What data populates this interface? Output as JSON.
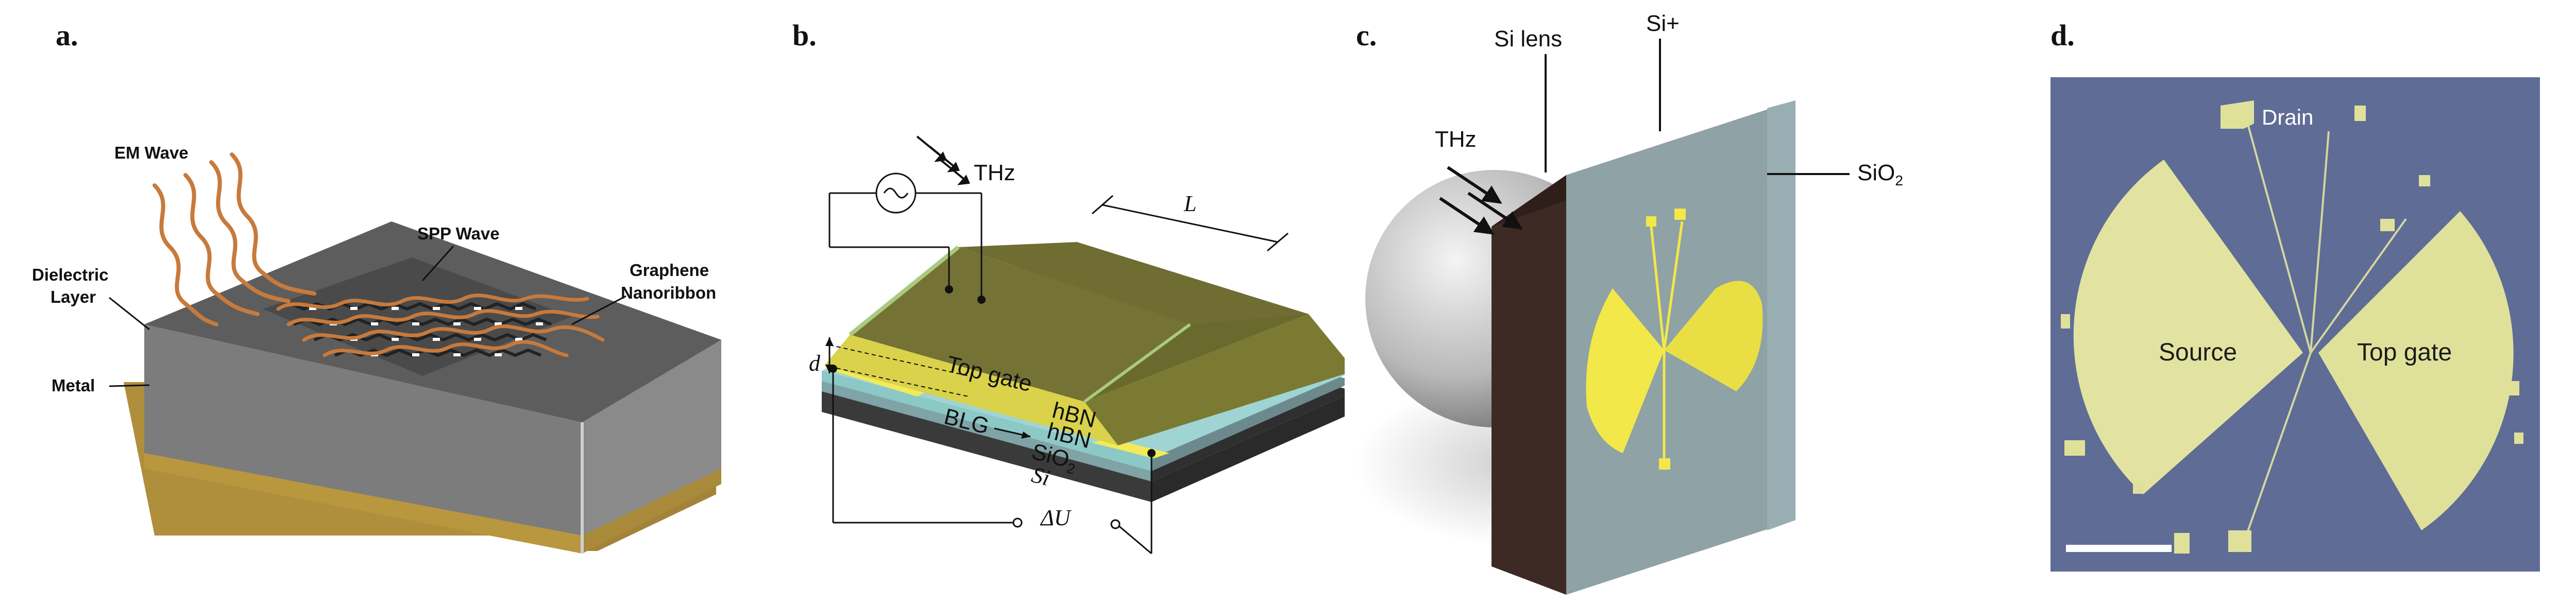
{
  "panels": {
    "a": {
      "label": "a.",
      "em_wave": "EM Wave",
      "spp_wave": "SPP Wave",
      "dielectric_1": "Dielectric",
      "dielectric_2": "Layer",
      "graphene_1": "Graphene",
      "graphene_2": "Nanoribbon",
      "metal": "Metal"
    },
    "b": {
      "label": "b.",
      "thz": "THz",
      "length": "L",
      "gap": "d",
      "top_gate": "Top gate",
      "hbn_top": "hBN",
      "hbn_bottom": "hBN",
      "blg": "BLG",
      "sio2": "SiO",
      "sio2_sub": "2",
      "si": "Si",
      "delta_u": "ΔU"
    },
    "c": {
      "label": "c.",
      "si_lens": "Si lens",
      "si_plus": "Si+",
      "thz": "THz",
      "sio2": "SiO",
      "sio2_sub": "2"
    },
    "d": {
      "label": "d.",
      "drain": "Drain",
      "source": "Source",
      "top_gate": "Top gate"
    }
  },
  "colors": {
    "wave": "#c77a3c",
    "gold_layer": "#b59a45",
    "gate_olive": "#7c7a36",
    "hbn_teal": "#8fc9c8",
    "yellow_contact": "#f4ec5e",
    "chip_gray": "#8fa2a6",
    "si_dark": "#3b2a25",
    "micro_bg": "#5f6c95",
    "micro_pad": "#e2e3a1"
  }
}
